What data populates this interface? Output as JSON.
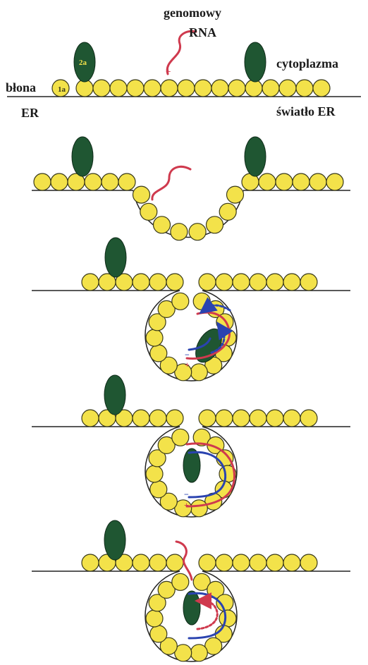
{
  "labels": {
    "genomic_line1": "genomowy",
    "genomic_line2": "RNA",
    "cytoplasm": "cytoplazma",
    "membrane_line1": "błona",
    "membrane_line2": "ER",
    "lumen": "światło ER",
    "protein_2a": "2a",
    "protein_1a": "1a",
    "plus": "+",
    "minus": "−"
  },
  "colors": {
    "protein_1a_fill": "#f3e24a",
    "protein_1a_stroke": "#3a3a1a",
    "protein_2a_fill": "#1f5632",
    "membrane_line": "#222222",
    "rna_plus": "#cf3a4e",
    "rna_minus": "#2a43b0",
    "label_text": "#1a1a1a"
  },
  "panels": [
    {
      "name": "panel-1-membrane-flat",
      "stage": "flat membrane with 2a anchors and genomic RNA"
    },
    {
      "name": "panel-2-invagination",
      "stage": "membrane invaginates, RNA enters"
    },
    {
      "name": "panel-3-spherule-minus-synthesis",
      "stage": "spherule forms, minus strand synthesis"
    },
    {
      "name": "panel-4-spherule-dsRNA",
      "stage": "double-stranded intermediate"
    },
    {
      "name": "panel-5-plus-strand-release",
      "stage": "new plus strand exits"
    }
  ]
}
